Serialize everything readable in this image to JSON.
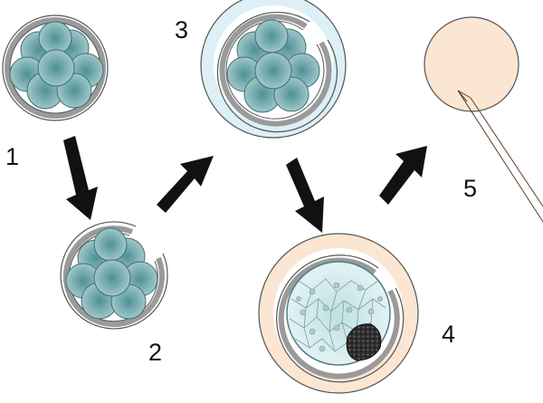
{
  "steps": [
    {
      "number": "1"
    },
    {
      "number": "2"
    },
    {
      "number": "3"
    },
    {
      "number": "4"
    },
    {
      "number": "5"
    }
  ],
  "colors": {
    "cell_fill": "#9cc4c6",
    "cell_center": "#5e9ea3",
    "cell_stroke": "#3f6e72",
    "zona": "#8a8a8a",
    "zona_dark": "#555555",
    "fluid": "#dff1f7",
    "beige": "#fbe6d3",
    "arrow": "#111111",
    "embryo_mass": "#2a2a2a",
    "pipette_stroke": "#5a3a2a"
  }
}
